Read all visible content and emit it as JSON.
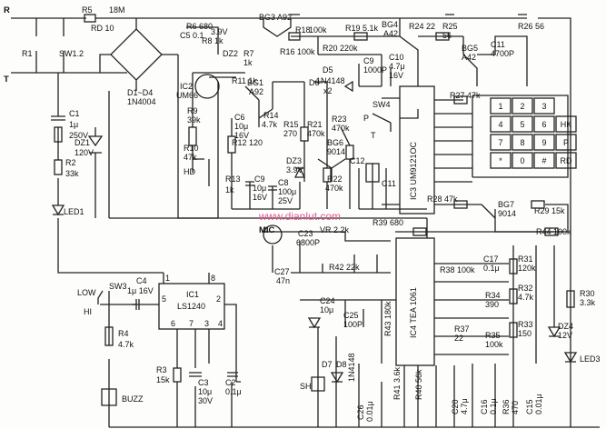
{
  "terminals": {
    "r": "R",
    "t": "T"
  },
  "labels": {
    "r1": "R1",
    "sw1": "SW1.2",
    "r5": "R5",
    "r5v": "18M",
    "rd10": "RD 10",
    "bridge": "D1~D4",
    "bridge2": "1N4004",
    "c1": "C1",
    "c1a": "1μ",
    "c1b": "250V",
    "r2": "R2",
    "r2v": "33k",
    "led1": "LED1",
    "dz1": "DZ1",
    "dz1v": "120V",
    "c5": "C5 0.1",
    "r8": "R8 1k",
    "dz2": "DZ2",
    "dz2v": "3.9V",
    "r6": "R6 680",
    "d5": "D5",
    "d5a": "1N4148",
    "d5b": "x2",
    "r7": "R7",
    "r7v": "1k",
    "ic2": "IC2",
    "ic2m": "UM66",
    "r9": "R9",
    "r9v": "39k",
    "r10": "R10",
    "r10v": "47k",
    "r11": "R11 1k",
    "bg1": "BG1",
    "bg1m": "A92",
    "r14": "R14",
    "r14v": "4.7k",
    "c6": "C6",
    "c6a": "10μ",
    "c6b": "16V",
    "r12": "R12 120",
    "r15": "R15",
    "r15v": "270",
    "r13": "R13",
    "r13v": "1k",
    "c9": "C9",
    "c9a": "10μ",
    "c9b": "16V",
    "c8": "C8",
    "c8a": "100μ",
    "c8b": "25V",
    "dz3": "DZ3",
    "dz3v": "3.9V",
    "hd": "HD",
    "d6": "D6",
    "r21": "R21",
    "r21v": "470k",
    "r23": "R23",
    "r23v": "470k",
    "bg6": "BG6",
    "bg6m": "9014",
    "r22": "R22",
    "r22v": "470k",
    "c12": "C12",
    "c11b": "C11",
    "bg3": "BG3 A92",
    "r16": "R16 100k",
    "r18": "R18",
    "r18v": "100k",
    "r19": "R19 5.1k",
    "r20": "R20 220k",
    "bg4": "BG4",
    "bg4m": "A42",
    "r24": "R24 22",
    "r25": "R25",
    "r25v": "56",
    "bg5": "BG5",
    "bg5m": "A42",
    "c11": "C11",
    "c11v": "4700P",
    "r26": "R26 56",
    "c9t": "C9",
    "c9tv": "1000P",
    "c10": "C10",
    "c10a": "4.7μ",
    "c10b": "16V",
    "r27": "R27 47k",
    "sw4": "SW4",
    "swp": "P",
    "swt": "T",
    "ic3": "IC3 UM9121OC",
    "keys": [
      "1",
      "2",
      "3",
      "4",
      "5",
      "6",
      "HK",
      "7",
      "8",
      "9",
      "P",
      "*",
      "0",
      "#",
      "RD"
    ],
    "r28": "R28 47k",
    "bg7": "BG7",
    "bg7m": "9014",
    "r29": "R29 15k",
    "watermark": "www.dianlut.com",
    "r39": "R39 680",
    "r44": "R44 100k",
    "mic": "MIC",
    "c23": "C23",
    "c23v": "6800P",
    "vr": "VR 2.2k",
    "c27": "C27",
    "c27v": "47n",
    "r42": "R42 22k",
    "c24": "C24",
    "c24v": "10μ",
    "c25": "C25",
    "c25v": "100P",
    "r43": "R43 180k",
    "ic4": "IC4 TEA 1061",
    "r38": "R38 100k",
    "c17": "C17",
    "c17v": "0.1μ",
    "r31": "R31",
    "r31v": "120k",
    "r32": "R32",
    "r32v": "4.7k",
    "r34": "R34",
    "r34v": "390",
    "r33": "R33",
    "r33v": "150",
    "r37": "R37",
    "r37v": "22",
    "r35": "R35",
    "r35v": "100k",
    "r30": "R30",
    "r30v": "3.3k",
    "dz4": "DZ4",
    "dz4v": "12V",
    "led3": "LED3",
    "sh": "SH",
    "d7": "D7",
    "d8": "D8",
    "d8m": "1N4148",
    "c26": "C26",
    "c26v": "0.01μ",
    "r41": "R41 3.6k",
    "r40": "R40 56k",
    "c20": "C20",
    "c20v": "4.7μ",
    "c16": "C16",
    "c16v": "0.1μ",
    "r36": "R36",
    "r36v": "470",
    "c15": "C15",
    "c15v": "0.01μ",
    "low": "LOW",
    "hi": "HI",
    "sw3": "SW3",
    "c4": "C4",
    "c4v": "1μ 16V",
    "ic1": "IC1",
    "ic1m": "LS1240",
    "r4": "R4",
    "r4v": "4.7k",
    "r3": "R3",
    "r3v": "15k",
    "c3": "C3",
    "c3a": "10μ",
    "c3b": "30V",
    "c2": "C2",
    "c2v": "0.1μ",
    "buzz": "BUZZ",
    "pin1": "1",
    "pin8": "8",
    "pin5": "5",
    "pin2": "2",
    "pin6": "6",
    "pin7": "7",
    "pin3": "3",
    "pin4": "4"
  }
}
